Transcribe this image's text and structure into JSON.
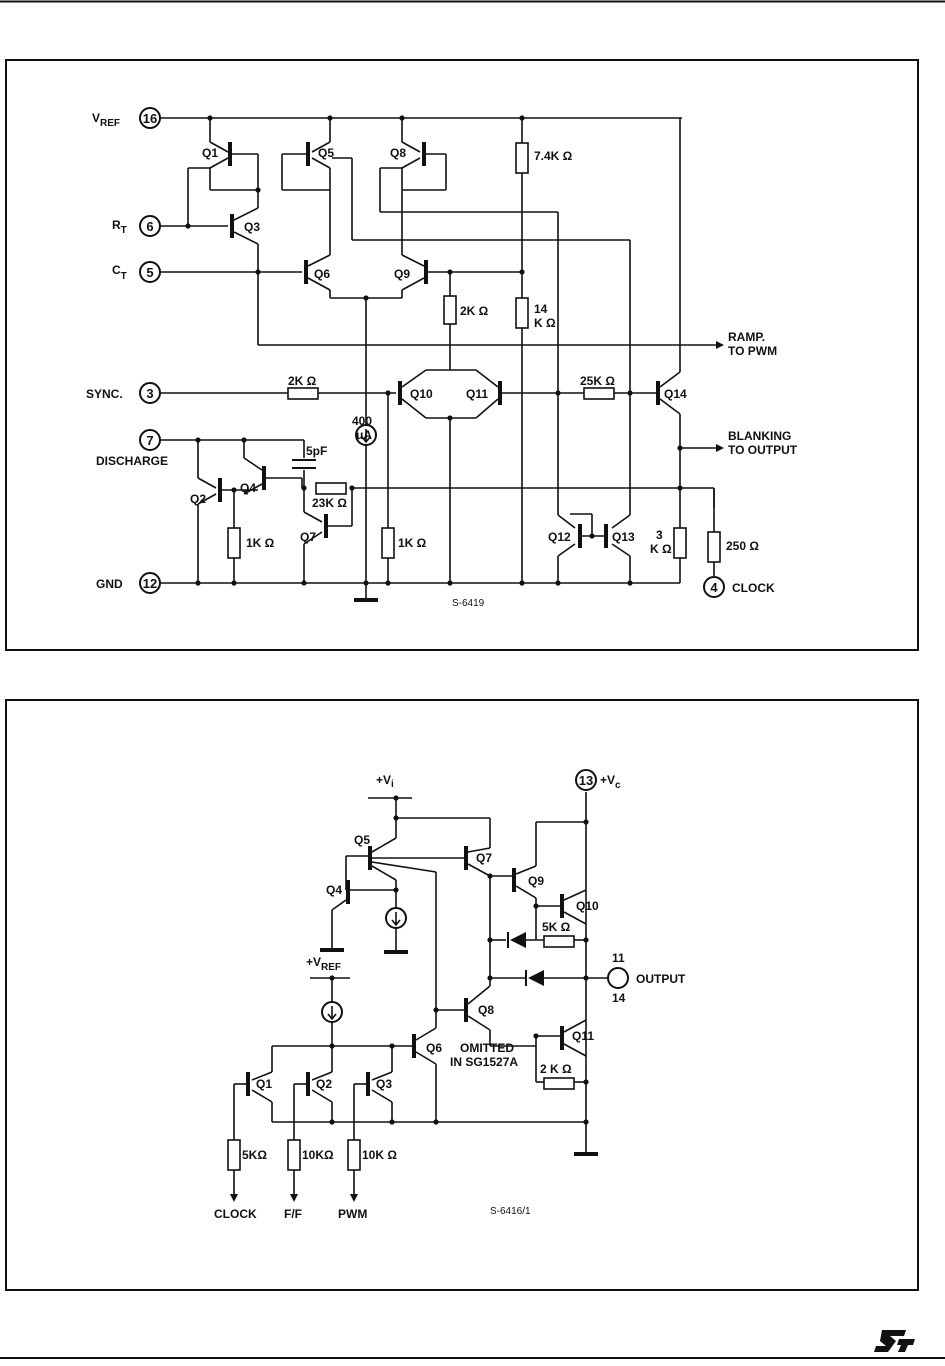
{
  "oscillator": {
    "ref": "S-6419",
    "vref_label": "V",
    "vref_sub": "REF",
    "rt_label": "R",
    "rt_sub": "T",
    "ct_label": "C",
    "ct_sub": "T",
    "sync_label": "SYNC.",
    "discharge_label": "DISCHARGE",
    "gnd_label": "GND",
    "clock_label": "CLOCK",
    "pins": {
      "vref": "16",
      "rt": "6",
      "ct": "5",
      "sync": "3",
      "discharge": "7",
      "gnd": "12",
      "clock": "4"
    },
    "transistors": [
      "Q1",
      "Q5",
      "Q8",
      "Q3",
      "Q6",
      "Q9",
      "Q10",
      "Q11",
      "Q14",
      "Q2",
      "Q4",
      "Q7",
      "Q12",
      "Q13"
    ],
    "resistors": {
      "r74k": "7.4K Ω",
      "r2k_ramp": "2K Ω",
      "r14k_a": "14",
      "r14k_b": "K Ω",
      "r2k_sync": "2K Ω",
      "r25k": "25K Ω",
      "r23k": "23K Ω",
      "r1k_q2": "1K Ω",
      "r1k_q10": "1K Ω",
      "r3k_a": "3",
      "r3k_b": "K Ω",
      "r250": "250 Ω"
    },
    "current_source_a": "400",
    "current_source_b": "μA",
    "capacitor": "5pF",
    "ramp_a": "RAMP.",
    "ramp_b": "TO PWM",
    "blank_a": "BLANKING",
    "blank_b": "TO OUTPUT"
  },
  "output_stage": {
    "ref": "S-6416/1",
    "vi_label": "+V",
    "vi_sub": "i",
    "vc_label": "+V",
    "vc_sub": "c",
    "vc_pin": "13",
    "vref_label": "+V",
    "vref_sub": "REF",
    "output_pin_top": "11",
    "output_pin_bottom": "14",
    "output_label": "OUTPUT",
    "omitted_a": "OMITTED",
    "omitted_b": "IN SG1527A",
    "transistors": [
      "Q5",
      "Q7",
      "Q4",
      "Q9",
      "Q10",
      "Q8",
      "Q6",
      "Q11",
      "Q1",
      "Q2",
      "Q3"
    ],
    "resistors": {
      "r5k_top": "5K Ω",
      "r2k": "2 K Ω",
      "r5k_clock": "5KΩ",
      "r10k_ff": "10KΩ",
      "r10k_pwm": "10K Ω"
    },
    "outputs": [
      "CLOCK",
      "F/F",
      "PWM"
    ]
  }
}
